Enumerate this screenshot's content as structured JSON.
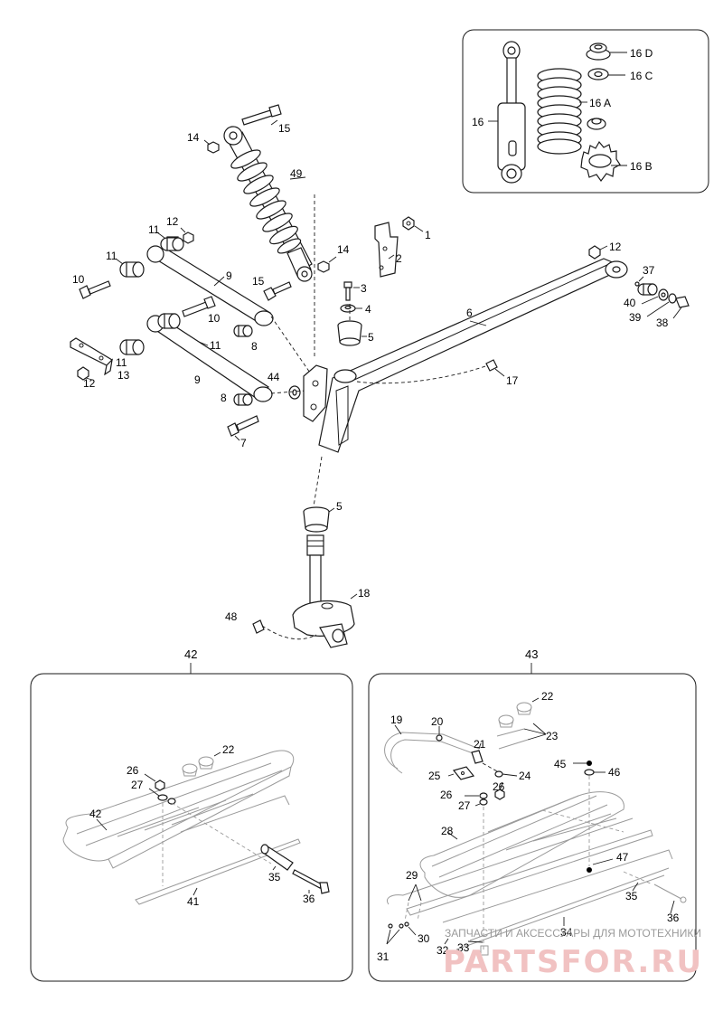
{
  "labels": {
    "l1": "1",
    "l2": "2",
    "l3": "3",
    "l4": "4",
    "l5a": "5",
    "l5b": "5",
    "l6": "6",
    "l7": "7",
    "l8a": "8",
    "l8b": "8",
    "l9a": "9",
    "l9b": "9",
    "l10a": "10",
    "l10b": "10",
    "l11a": "11",
    "l11b": "11",
    "l11c": "11",
    "l11d": "11",
    "l12a": "12",
    "l12b": "12",
    "l12c": "12",
    "l13": "13",
    "l14a": "14",
    "l14b": "14",
    "l15a": "15",
    "l15b": "15",
    "l16": "16",
    "l16a": "16 A",
    "l16b": "16 B",
    "l16c": "16 C",
    "l16d": "16 D",
    "l17": "17",
    "l18": "18",
    "l37": "37",
    "l38": "38",
    "l39": "39",
    "l40": "40",
    "l44": "44",
    "l48": "48",
    "l49": "49"
  },
  "box42": {
    "title": "42",
    "labels": {
      "l22": "22",
      "l26": "26",
      "l27": "27",
      "l35": "35",
      "l36": "36",
      "l41": "41",
      "l42": "42"
    }
  },
  "box43": {
    "title": "43",
    "labels": {
      "l19": "19",
      "l20": "20",
      "l21": "21",
      "l22": "22",
      "l23": "23",
      "l24": "24",
      "l25": "25",
      "l26": "26",
      "l27": "27",
      "l28": "28",
      "l29": "29",
      "l30": "30",
      "l31": "31",
      "l32": "32",
      "l33": "33",
      "l34": "34",
      "l35": "35",
      "l36": "36",
      "l45": "45",
      "l46": "46",
      "l47": "47"
    }
  },
  "watermark": {
    "caption": "ЗАПЧАСТИ И АКСЕССУАРЫ ДЛЯ МОТОТЕХНИКИ",
    "brand": "PARTSFOR.RU"
  }
}
